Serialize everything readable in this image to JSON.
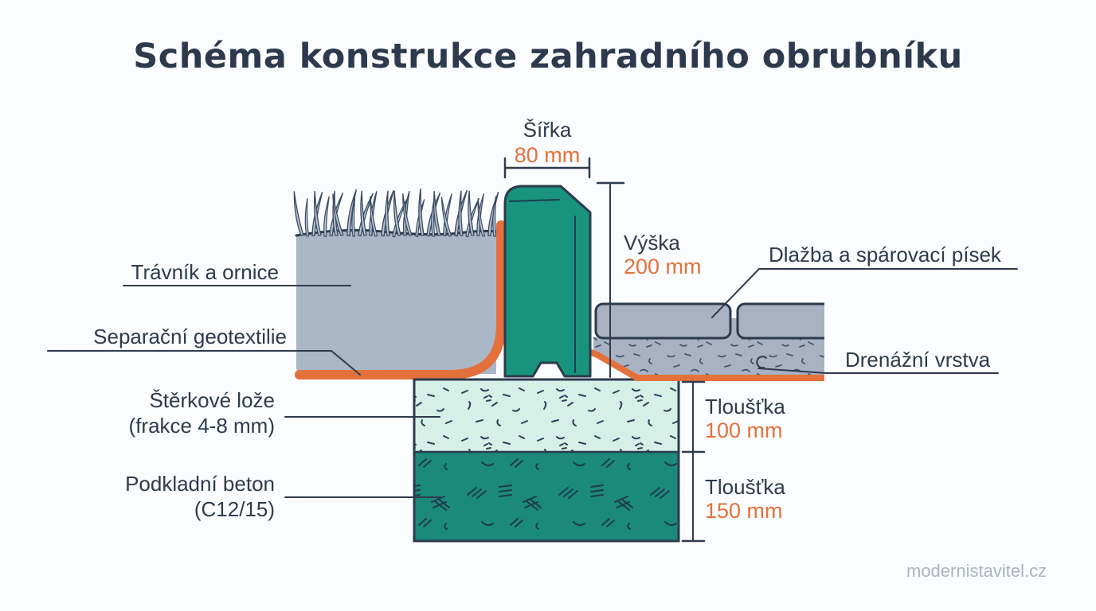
{
  "title": "Schéma konstrukce zahradního obrubníku",
  "watermark": "modernistavitel.cz",
  "colors": {
    "background": "#FBFCFD",
    "navy_text": "#2E3B4D",
    "accent_orange": "#E4713B",
    "curb_teal": "#17937E",
    "concrete_teal": "#1B8A7A",
    "gravel_mint": "#D4F0E7",
    "soil_grey": "#AAB7C7",
    "paving_grey": "#A8B2C2",
    "watermark_grey": "#A9B4C3"
  },
  "dimensions": {
    "width": {
      "label": "Šířka",
      "value": "80 mm"
    },
    "height": {
      "label": "Výška",
      "value": "200 mm"
    },
    "gravel_thickness": {
      "label": "Tloušťka",
      "value": "100 mm"
    },
    "concrete_thickness": {
      "label": "Tloušťka",
      "value": "150 mm"
    }
  },
  "labels": {
    "lawn": "Trávník a ornice",
    "geotextile": "Separační geotextilie",
    "gravel_line1": "Štěrkové lože",
    "gravel_line2": "(frakce 4-8 mm)",
    "concrete_line1": "Podkladní beton",
    "concrete_line2": "(C12/15)",
    "paving": "Dlažba a spárovací písek",
    "drainage": "Drenážní vrstva"
  }
}
